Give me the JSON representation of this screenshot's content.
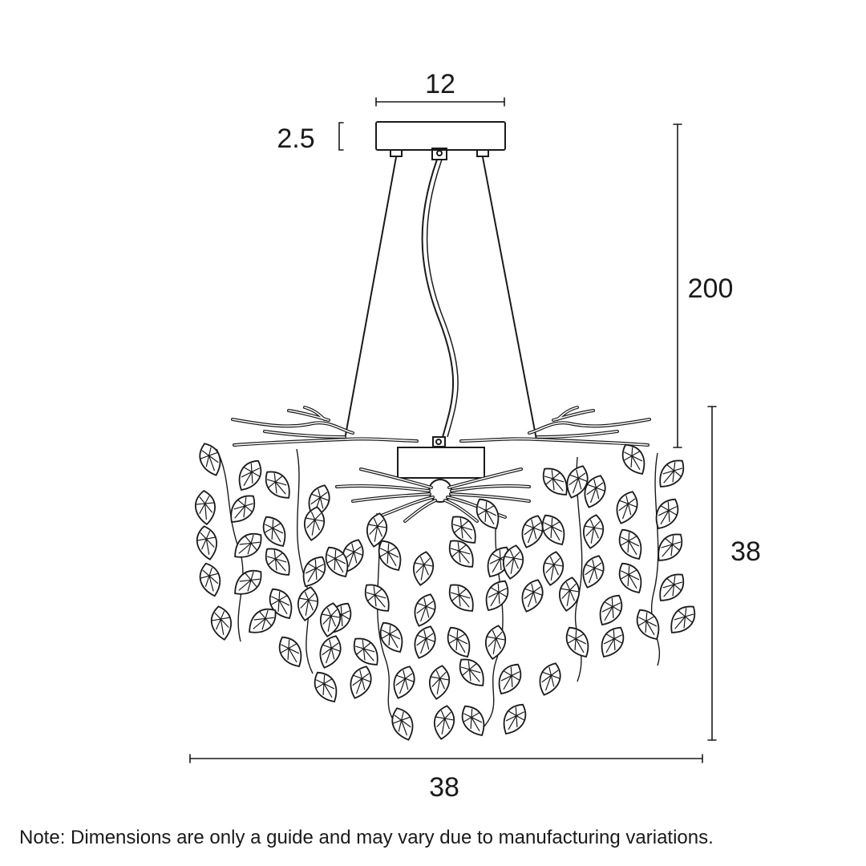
{
  "dimensions": {
    "canopy_width": "12",
    "canopy_height": "2.5",
    "drop_height": "200",
    "body_height": "38",
    "body_width": "38"
  },
  "note": "Note: Dimensions are only a guide and may vary due to manufacturing variations.",
  "colors": {
    "line": "#1a1a1a",
    "background": "#ffffff"
  },
  "icons": {
    "product": "pendant-chandelier-leaf-drawing"
  }
}
